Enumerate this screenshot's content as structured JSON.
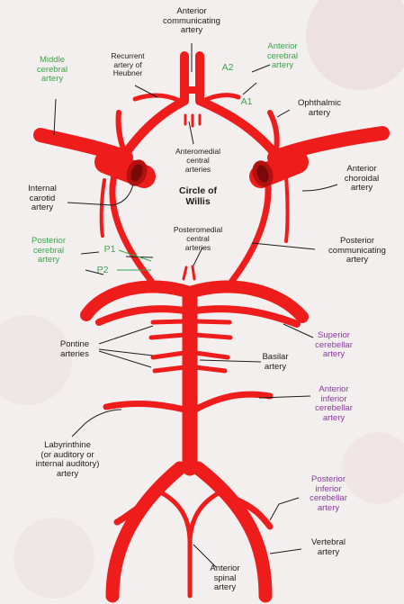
{
  "colors": {
    "artery": "#ef1c1c",
    "artery_dark": "#9e0e0e",
    "leader": "#1d1d1d",
    "green": "#3aa64a",
    "purple": "#8a3aa0"
  },
  "labels": {
    "acomm": "Anterior\ncommunicating\nartery",
    "recurrent": "Recurrent\nartery of\nHeubner",
    "aca": "Anterior\ncerebral\nartery",
    "a2": "A2",
    "a1": "A1",
    "mca": "Middle\ncerebral\nartery",
    "ophthalmic": "Ophthalmic\nartery",
    "anteromedial": "Anteromedial\ncentral\narteries",
    "circle": "Circle of\nWillis",
    "internal_carotid": "Internal\ncarotid\nartery",
    "ant_choroidal": "Anterior\nchoroidal\nartery",
    "posteromedial": "Posteromedial\ncentral\narteries",
    "pca": "Posterior\ncerebral\nartery",
    "p1": "P1",
    "p2": "P2",
    "pcomm": "Posterior\ncommunicating\nartery",
    "pontine": "Pontine\narteries",
    "basilar": "Basilar\nartery",
    "sca": "Superior\ncerebellar\nartery",
    "aica": "Anterior\ninferior\ncerebellar\nartery",
    "labyrinthine": "Labyrinthine\n(or auditory or\ninternal auditory)\nartery",
    "pica": "Posterior\ninferior\ncerebellar\nartery",
    "vertebral": "Vertebral\nartery",
    "ant_spinal": "Anterior\nspinal\nartery"
  }
}
